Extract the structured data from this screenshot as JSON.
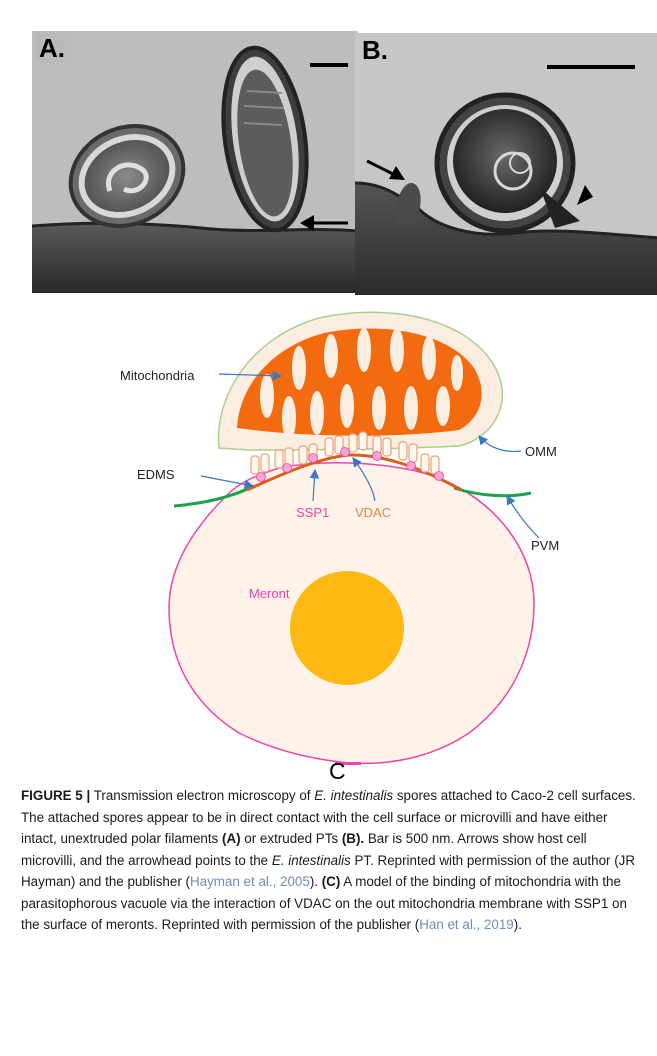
{
  "figure": {
    "panel_a": {
      "label": "A."
    },
    "panel_b": {
      "label": "B."
    },
    "diagram": {
      "labels": {
        "mitochondria": "Mitochondria",
        "omm": "OMM",
        "edms": "EDMS",
        "ssp1": "SSP1",
        "vdac": "VDAC",
        "pvm": "PVM",
        "meront": "Meront"
      },
      "panel_label": "C"
    },
    "colors": {
      "mitochondria_fill": "#f36b10",
      "outer_membrane": "#a8d08d",
      "membrane_pink": "#ee44aa",
      "pvm_green": "#1aa34a",
      "meront_nucleus": "#fdb913",
      "arrow_blue": "#3a78c2",
      "vdac_tan": "#e9a07a"
    }
  },
  "caption": {
    "fig_no": "FIGURE 5 |",
    "t1": " Transmission electron microscopy of ",
    "species1": "E. intestinalis",
    "t2": " spores attached to Caco-2 cell surfaces. The attached spores appear to be in direct contact with the cell surface or microvilli and have either intact, unextruded polar filaments ",
    "ref_a": "(A)",
    "t3": " or extruded PTs ",
    "ref_b": "(B).",
    "t4": " Bar is 500 nm. Arrows show host cell microvilli, and the arrowhead points to the ",
    "species2": "E. intestinalis",
    "t5": " PT. Reprinted with permission of the author (JR Hayman) and the publisher (",
    "cite1": "Hayman et al., 2005",
    "t6": "). ",
    "ref_c": "(C)",
    "t7": " A model of the binding of mitochondria with the parasitophorous vacuole via the interaction of VDAC on the out mitochondria membrane with SSP1 on the surface of meronts. Reprinted with permission of the publisher (",
    "cite2": "Han et al., 2019",
    "t8": ")."
  }
}
